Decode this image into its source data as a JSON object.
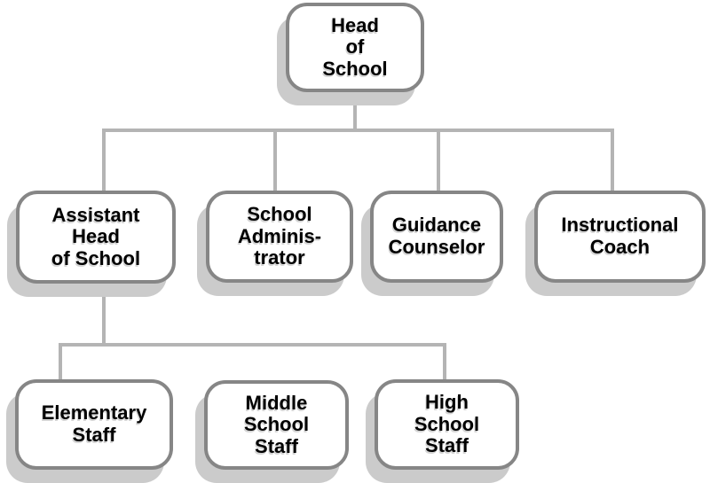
{
  "diagram": {
    "type": "org-chart",
    "background_color": "#ffffff",
    "colors": {
      "box_fill": "#ffffff",
      "box_border": "#868686",
      "connector": "#b4b4b4",
      "shadow": "#cbcbcb",
      "text": "#000000"
    },
    "nodes": {
      "head": {
        "label": "Head\nof\nSchool"
      },
      "assistant": {
        "label": "Assistant\nHead\nof School"
      },
      "admin": {
        "label": "School\nAdminis-\ntrator"
      },
      "guidance": {
        "label": "Guidance\nCounselor"
      },
      "coach": {
        "label": "Instructional\nCoach"
      },
      "elementary": {
        "label": "Elementary\nStaff"
      },
      "middle": {
        "label": "Middle\nSchool\nStaff"
      },
      "high": {
        "label": "High\nSchool\nStaff"
      }
    },
    "edges": [
      {
        "from": "head",
        "to": "assistant"
      },
      {
        "from": "head",
        "to": "admin"
      },
      {
        "from": "head",
        "to": "guidance"
      },
      {
        "from": "head",
        "to": "coach"
      },
      {
        "from": "assistant",
        "to": "elementary"
      },
      {
        "from": "assistant",
        "to": "middle"
      },
      {
        "from": "assistant",
        "to": "high"
      }
    ]
  }
}
